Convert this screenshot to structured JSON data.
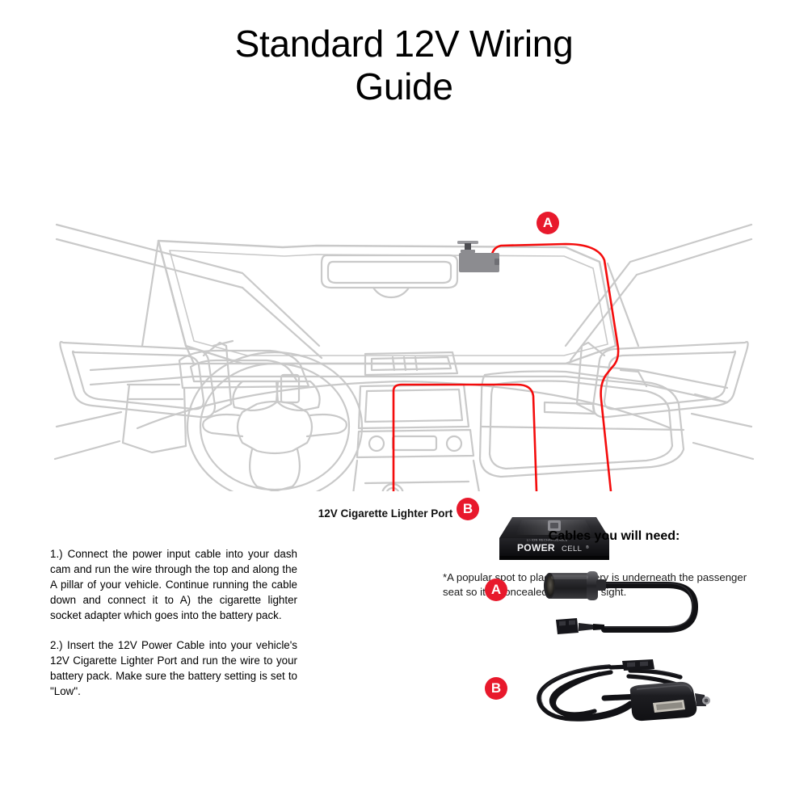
{
  "title": "Standard 12V Wiring Guide",
  "colors": {
    "marker_red": "#e8192c",
    "wire_red": "#f40c0c",
    "car_line": "#c9c9c9",
    "dashcam_body": "#8c8c8c",
    "battery_dark": "#1b1b1d",
    "text": "#000000"
  },
  "diagram": {
    "markers": {
      "a": "A",
      "b": "B"
    },
    "port_label": "12V Cigarette Lighter Port",
    "battery": {
      "brand_bold": "POWER",
      "brand_light": "CELL",
      "brand_mark": "®"
    },
    "footnote": "*A popular spot to place the battery is underneath the passenger seat so it is concealed and out of sight."
  },
  "instructions": {
    "step_1": "1.) Connect the power input cable into your dash cam and run the wire through the top and along the A pillar of your vehicle. Continue running the cable down and connect it to A) the cigarette lighter socket adapter which goes into the battery pack.",
    "step_2": "2.) Insert the 12V Power Cable into your vehicle's 12V Cigarette Lighter Port and run the wire to your battery pack. Make sure the battery setting is set to \"Low\"."
  },
  "cables": {
    "heading": "Cables you will need:",
    "items": [
      {
        "marker": "A",
        "name": "cigarette-lighter-socket-adapter"
      },
      {
        "marker": "B",
        "name": "12v-power-cable-with-lighter-plug"
      }
    ]
  }
}
